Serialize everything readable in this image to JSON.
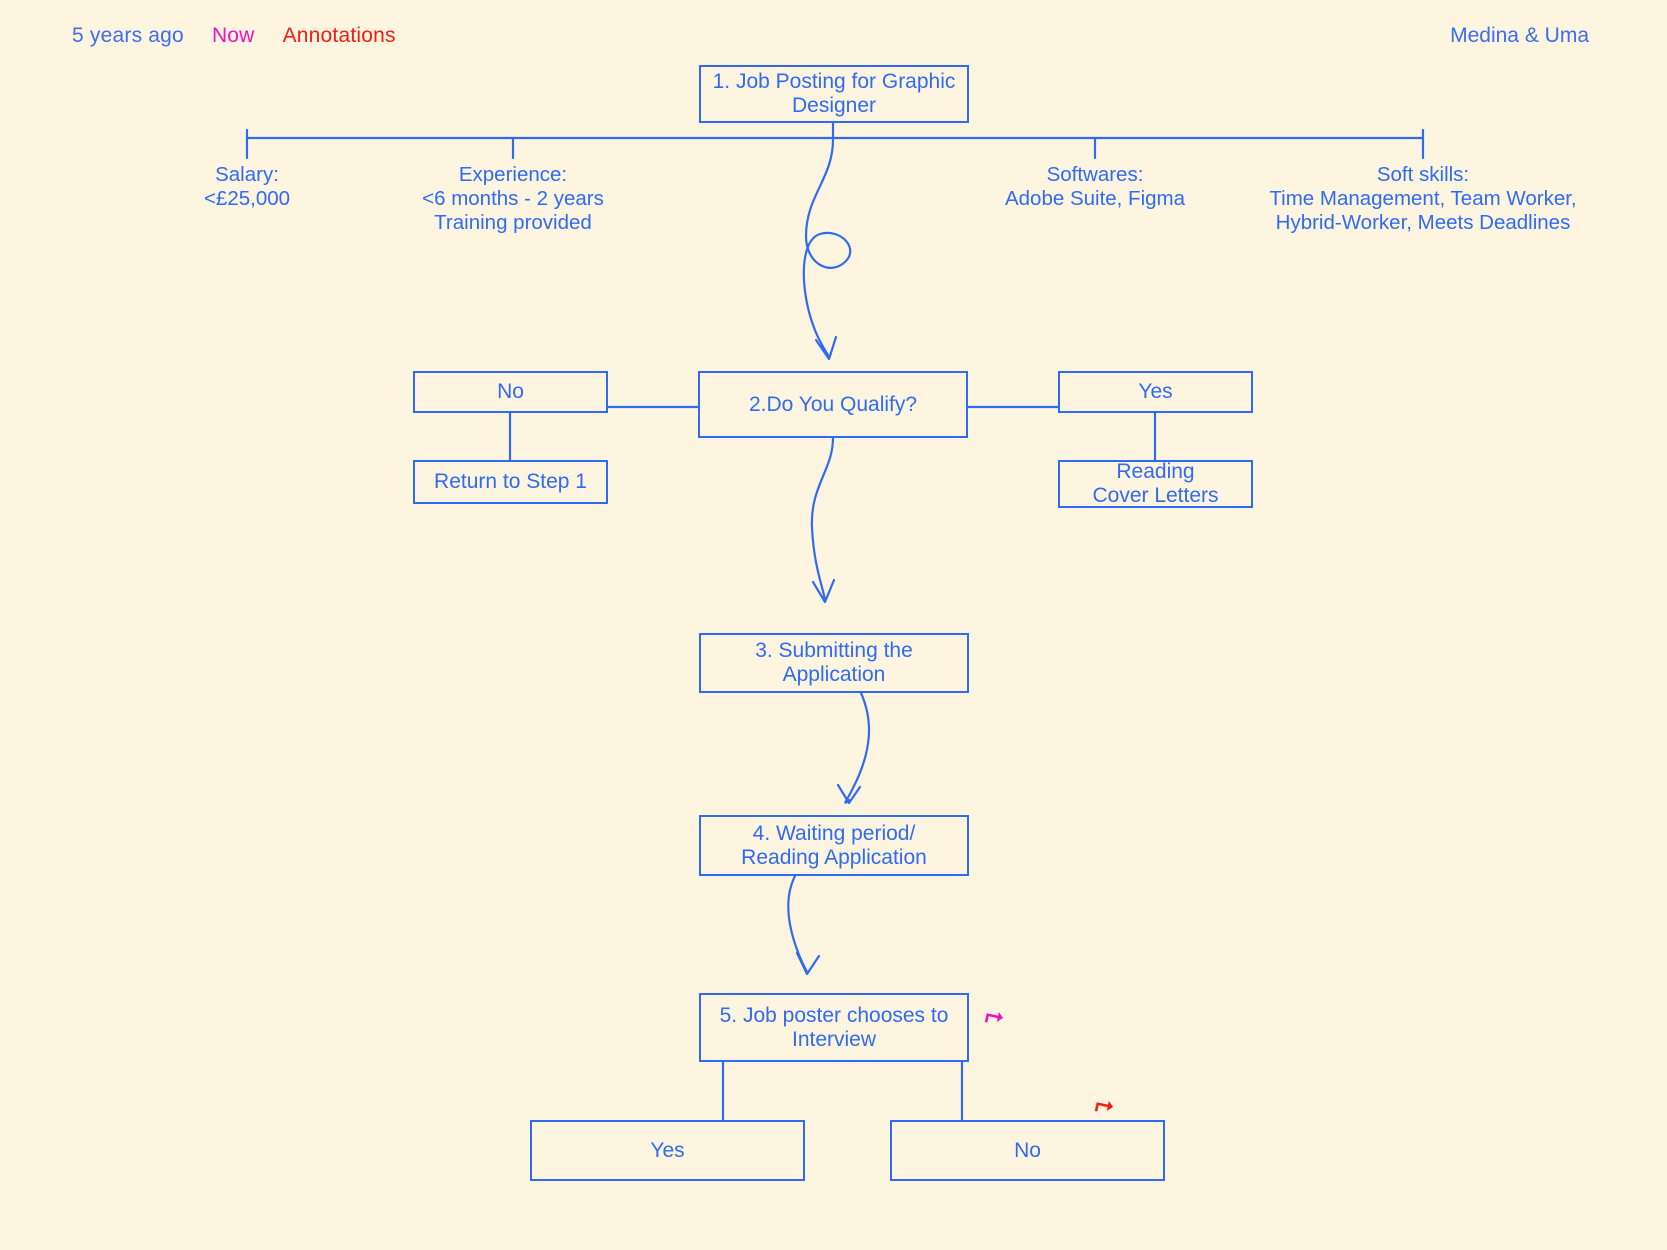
{
  "legend": {
    "items": [
      {
        "label": "5 years ago",
        "color": "#3b6ef0",
        "name": "legend-5-years-ago"
      },
      {
        "label": "Now",
        "color": "#f012be",
        "name": "legend-now"
      },
      {
        "label": "Annotations",
        "color": "#f41c10",
        "name": "legend-annotations"
      }
    ]
  },
  "credit": "Medina & Uma",
  "theme": {
    "background": "#fdf5e0",
    "stroke": "#2f6bf5",
    "now": "#f012be",
    "annotation": "#f41c10"
  },
  "chart_data": {
    "type": "diagram",
    "title": "Job application process flowchart",
    "nodes": [
      {
        "id": "step1",
        "label": "1. Job Posting for Graphic\nDesigner"
      },
      {
        "id": "step2",
        "label": "2.Do You Qualify?"
      },
      {
        "id": "no1",
        "label": "No"
      },
      {
        "id": "return1",
        "label": "Return to Step 1"
      },
      {
        "id": "yes1",
        "label": "Yes"
      },
      {
        "id": "cover",
        "label": "Reading\nCover Letters"
      },
      {
        "id": "step3",
        "label": "3. Submitting the\nApplication"
      },
      {
        "id": "step4",
        "label": "4. Waiting period/\nReading Application"
      },
      {
        "id": "step5",
        "label": "5. Job poster chooses to\nInterview"
      },
      {
        "id": "yes2",
        "label": "Yes"
      },
      {
        "id": "no2",
        "label": "No"
      }
    ],
    "branch_labels": [
      {
        "id": "salary",
        "label": "Salary:\n<£25,000"
      },
      {
        "id": "experience",
        "label": "Experience:\n<6 months - 2 years\nTraining provided"
      },
      {
        "id": "softwares",
        "label": "Softwares:\nAdobe Suite, Figma"
      },
      {
        "id": "softskills",
        "label": "Soft skills:\nTime Management, Team Worker,\nHybrid-Worker, Meets Deadlines"
      }
    ],
    "edges": [
      {
        "from": "step1",
        "to": "salary"
      },
      {
        "from": "step1",
        "to": "experience"
      },
      {
        "from": "step1",
        "to": "softwares"
      },
      {
        "from": "step1",
        "to": "softskills"
      },
      {
        "from": "step1",
        "to": "step2"
      },
      {
        "from": "step2",
        "to": "no1"
      },
      {
        "from": "no1",
        "to": "return1"
      },
      {
        "from": "step2",
        "to": "yes1"
      },
      {
        "from": "yes1",
        "to": "cover"
      },
      {
        "from": "step2",
        "to": "step3"
      },
      {
        "from": "step3",
        "to": "step4"
      },
      {
        "from": "step4",
        "to": "step5"
      },
      {
        "from": "step5",
        "to": "yes2"
      },
      {
        "from": "step5",
        "to": "no2"
      }
    ],
    "annotations": [
      {
        "id": "caret-step5",
        "glyph": "⮣",
        "color": "#f012be"
      },
      {
        "id": "caret-no2",
        "glyph": "⮣",
        "color": "#f41c10"
      }
    ]
  }
}
